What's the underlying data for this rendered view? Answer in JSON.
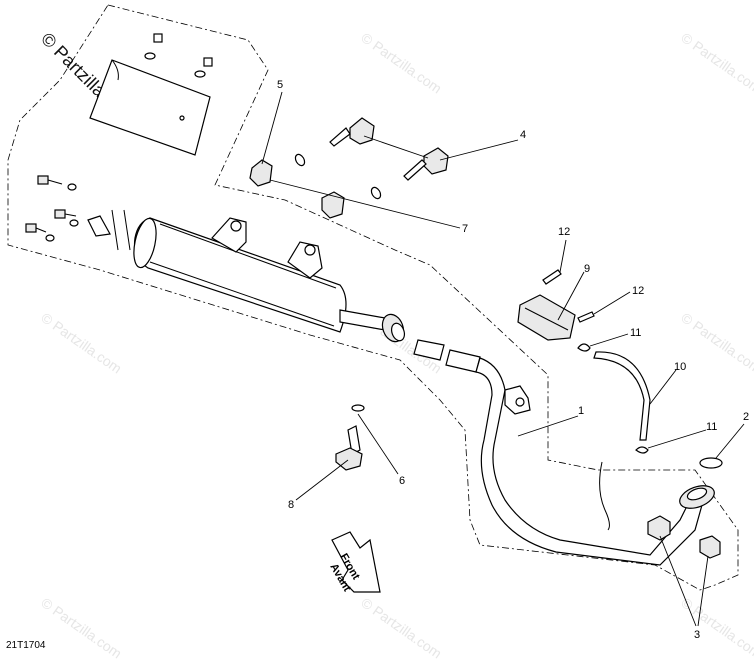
{
  "watermark": {
    "main": "© Partzilla.com",
    "repeat": "© Partzilla.com"
  },
  "figure_code": "21T1704",
  "direction_arrow": {
    "line1": "Front",
    "line2": "Avant"
  },
  "callouts": [
    "1",
    "2",
    "3",
    "4",
    "5",
    "6",
    "7",
    "8",
    "9",
    "10",
    "11",
    "11",
    "12",
    "12"
  ]
}
